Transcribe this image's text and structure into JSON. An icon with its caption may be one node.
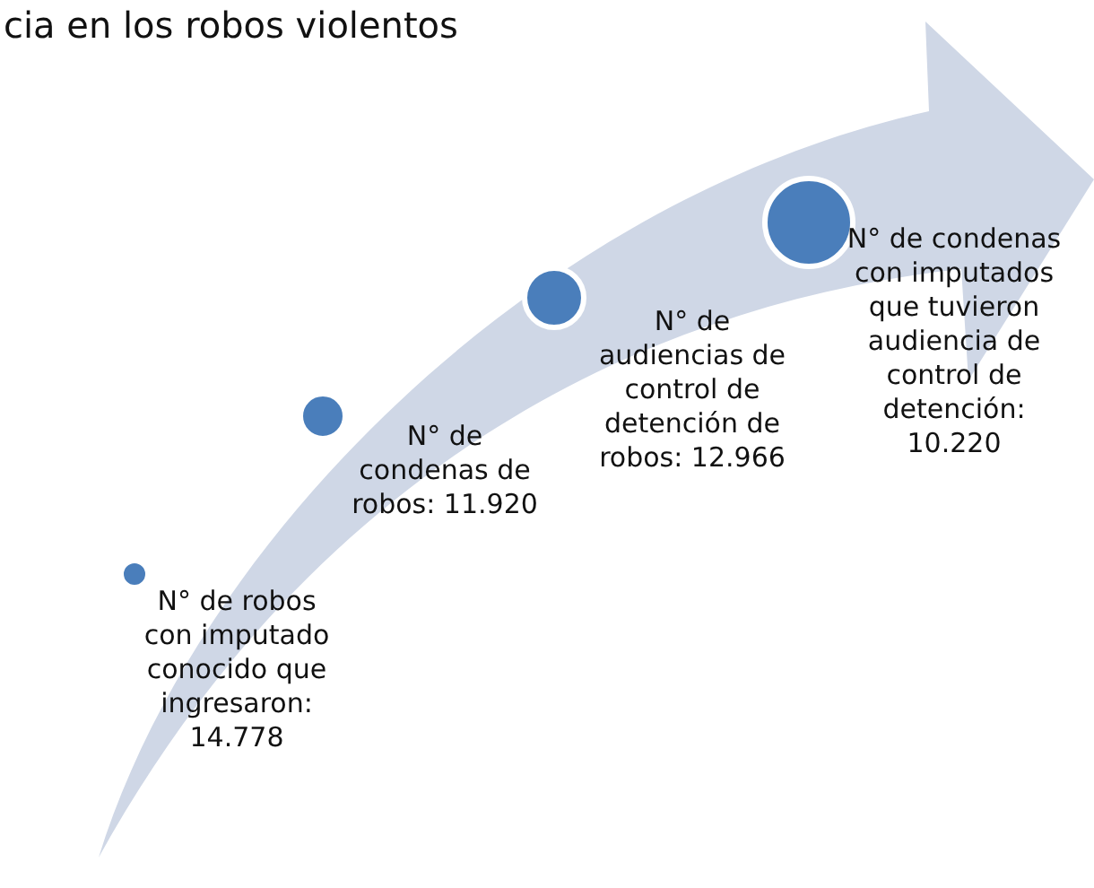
{
  "diagram": {
    "title": "cia en los robos violentos",
    "nodes": [
      {
        "text": [],
        "shape": "circle",
        "beside": [
          "N° de robos con imputado conocido que ingresaron: 14.778"
        ]
      },
      {
        "text": [],
        "shape": "circle",
        "beside": [
          "N° de condenas de robos: 11.920"
        ]
      },
      {
        "text": [],
        "shape": "circle",
        "beside": [
          "N° de audiencias de control de detención de robos: 12.966"
        ]
      },
      {
        "text": [],
        "shape": "circle",
        "beside": [
          "N° de condenas con imputados que tuvieron audiencia de control de detención: 10.220"
        ]
      }
    ]
  }
}
